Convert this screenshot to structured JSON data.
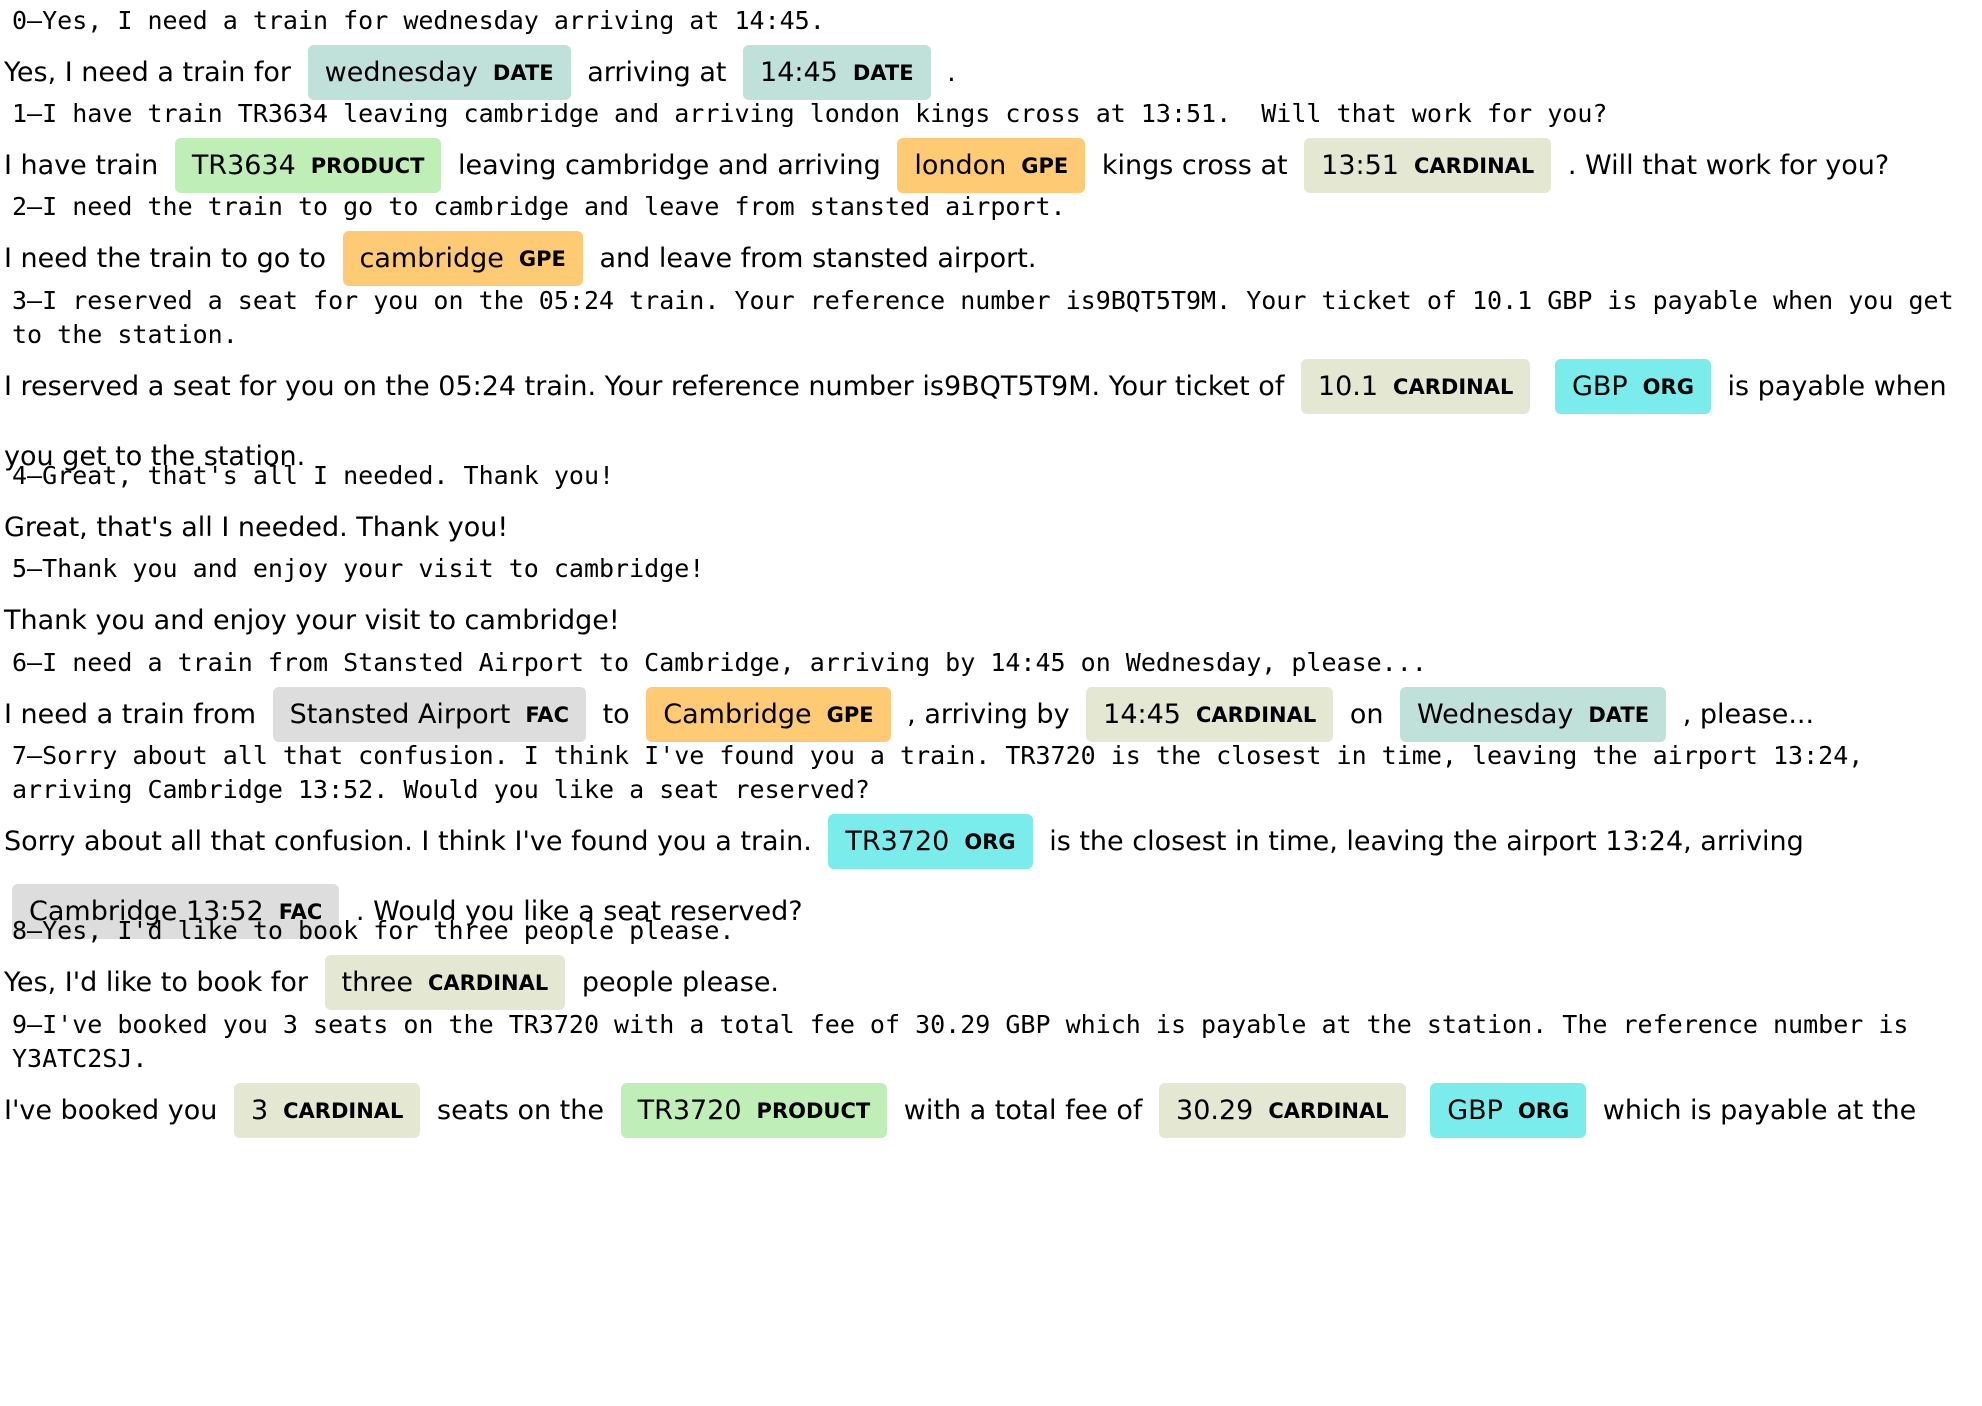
{
  "colors": {
    "DATE": "#bfe1d9",
    "PRODUCT": "#bfeeb7",
    "GPE": "#feca74",
    "CARDINAL": "#e4e7d2",
    "ORG": "#7aecec",
    "FAC": "#dddddd"
  },
  "turns": [
    {
      "raw": "0–Yes, I need a train for wednesday arriving at 14:45.",
      "segments": [
        {
          "text": "Yes, I need a train for "
        },
        {
          "text": "wednesday",
          "label": "DATE"
        },
        {
          "text": " arriving at "
        },
        {
          "text": "14:45",
          "label": "DATE"
        },
        {
          "text": " ."
        }
      ]
    },
    {
      "raw": "1–I have train TR3634 leaving cambridge and arriving london kings cross at 13:51.  Will that work for you?",
      "segments": [
        {
          "text": "I have train "
        },
        {
          "text": "TR3634",
          "label": "PRODUCT"
        },
        {
          "text": " leaving cambridge and arriving "
        },
        {
          "text": "london",
          "label": "GPE"
        },
        {
          "text": " kings cross at "
        },
        {
          "text": "13:51",
          "label": "CARDINAL"
        },
        {
          "text": " . Will that work for you?"
        }
      ]
    },
    {
      "raw": "2–I need the train to go to cambridge and leave from stansted airport.",
      "segments": [
        {
          "text": "I need the train to go to "
        },
        {
          "text": "cambridge",
          "label": "GPE"
        },
        {
          "text": " and leave from stansted airport."
        }
      ]
    },
    {
      "raw": "3–I reserved a seat for you on the 05:24 train. Your reference number is9BQT5T9M. Your ticket of 10.1 GBP is payable when you get to the station.",
      "segments": [
        {
          "text": "I reserved a seat for you on the 05:24 train. Your reference number is9BQT5T9M. Your ticket of "
        },
        {
          "text": "10.1",
          "label": "CARDINAL"
        },
        {
          "text": " "
        },
        {
          "text": "GBP",
          "label": "ORG"
        },
        {
          "text": " is payable when you get to the station."
        }
      ]
    },
    {
      "raw": "4–Great, that's all I needed. Thank you!",
      "segments": [
        {
          "text": "Great, that's all I needed. Thank you!"
        }
      ]
    },
    {
      "raw": "5–Thank you and enjoy your visit to cambridge!",
      "segments": [
        {
          "text": "Thank you and enjoy your visit to cambridge!"
        }
      ]
    },
    {
      "raw": "6–I need a train from Stansted Airport to Cambridge, arriving by 14:45 on Wednesday, please...",
      "segments": [
        {
          "text": "I need a train from "
        },
        {
          "text": "Stansted Airport",
          "label": "FAC"
        },
        {
          "text": " to "
        },
        {
          "text": "Cambridge",
          "label": "GPE"
        },
        {
          "text": " , arriving by "
        },
        {
          "text": "14:45",
          "label": "CARDINAL"
        },
        {
          "text": " on "
        },
        {
          "text": "Wednesday",
          "label": "DATE"
        },
        {
          "text": " , please..."
        }
      ]
    },
    {
      "raw": "7–Sorry about all that confusion. I think I've found you a train. TR3720 is the closest in time, leaving the airport 13:24, arriving Cambridge 13:52. Would you like a seat reserved?",
      "segments": [
        {
          "text": "Sorry about all that confusion. I think I've found you a train. "
        },
        {
          "text": "TR3720",
          "label": "ORG"
        },
        {
          "text": " is the closest in time, leaving the airport 13:24, arriving "
        },
        {
          "text": "Cambridge 13:52",
          "label": "FAC"
        },
        {
          "text": " . Would you like a seat reserved?"
        }
      ]
    },
    {
      "raw": "8–Yes, I'd like to book for three people please.",
      "segments": [
        {
          "text": "Yes, I'd like to book for "
        },
        {
          "text": "three",
          "label": "CARDINAL"
        },
        {
          "text": " people please."
        }
      ]
    },
    {
      "raw": "9–I've booked you 3 seats on the TR3720 with a total fee of 30.29 GBP which is payable at the station. The reference number is Y3ATC2SJ.",
      "segments": [
        {
          "text": "I've booked you "
        },
        {
          "text": "3",
          "label": "CARDINAL"
        },
        {
          "text": " seats on the "
        },
        {
          "text": "TR3720",
          "label": "PRODUCT"
        },
        {
          "text": " with a total fee of "
        },
        {
          "text": "30.29",
          "label": "CARDINAL"
        },
        {
          "text": " "
        },
        {
          "text": "GBP",
          "label": "ORG"
        },
        {
          "text": " which is payable at the"
        }
      ]
    }
  ]
}
